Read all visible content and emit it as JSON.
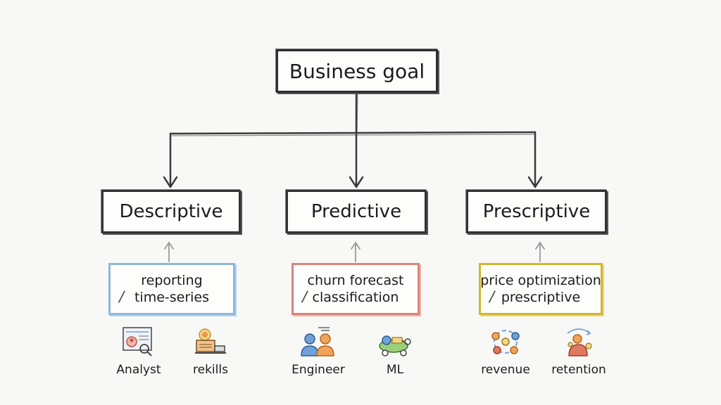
{
  "goal": {
    "label": "Business goal"
  },
  "categories": [
    {
      "label": "Descriptive"
    },
    {
      "label": "Predictive"
    },
    {
      "label": "Prescriptive"
    }
  ],
  "methods": [
    {
      "line1": "reporting",
      "line2": "time-series",
      "accent": "#8eb7dc"
    },
    {
      "line1": "churn forecast",
      "line2": "classification",
      "accent": "#d9847a"
    },
    {
      "line1": "price optimization",
      "line2": "prescriptive",
      "accent": "#d2b72e"
    }
  ],
  "roles": [
    {
      "label": "Analyst",
      "icon": "analyst-dashboard-icon"
    },
    {
      "label": "rekills",
      "icon": "skills-desk-icon"
    },
    {
      "label": "Engineer",
      "icon": "engineer-people-icon"
    },
    {
      "label": "ML",
      "icon": "ml-robot-icon"
    },
    {
      "label": "revenue",
      "icon": "revenue-cycle-icon"
    },
    {
      "label": "retention",
      "icon": "retention-person-icon"
    }
  ],
  "colors": {
    "ink": "#2e2e2e",
    "descriptive_accent": "#8eb7dc",
    "predictive_accent": "#d9847a",
    "prescriptive_accent": "#d2b72e",
    "background": "#f8f8f6"
  }
}
